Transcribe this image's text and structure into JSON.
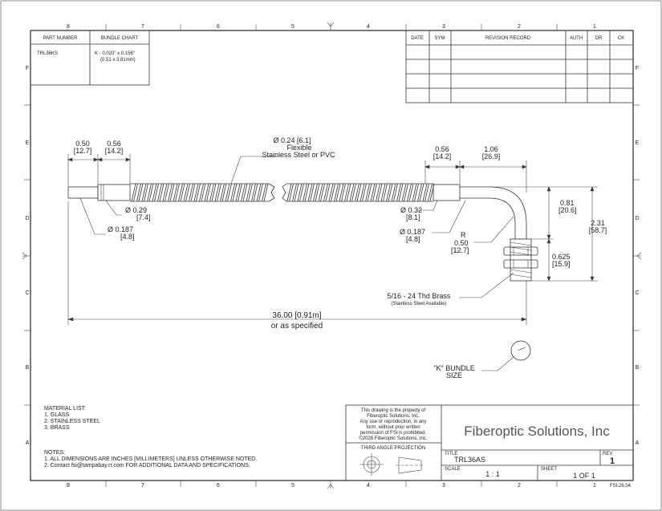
{
  "border": {
    "columns": [
      "8",
      "7",
      "6",
      "5",
      "4",
      "3",
      "2",
      "1"
    ],
    "rows": [
      "F",
      "E",
      "D",
      "C",
      "B",
      "A"
    ]
  },
  "part_table": {
    "header_part": "PART NUMBER",
    "header_bundle": "BUNDLE CHART",
    "part_number": "TRL36KS",
    "bundle_line1": "K - 0.020\" x 0.156\"",
    "bundle_line2": "(0.51 x 3.81mm)"
  },
  "revision_table": {
    "headers": [
      "DATE",
      "SYM",
      "REVISION RECORD",
      "AUTH",
      "DR",
      "CK"
    ]
  },
  "dimensions": {
    "d1_in": "0.50",
    "d1_mm": "[12.7]",
    "d2_in": "0.56",
    "d2_mm": "[14.2]",
    "flex_line1": "Ø 0.24 [6.1]",
    "flex_line2": "Flexible",
    "flex_line3": "Stainless Steel or PVC",
    "d3_in": "0.56",
    "d3_mm": "[14.2]",
    "d4_in": "1.06",
    "d4_mm": "[26.9]",
    "d029_in": "Ø 0.29",
    "d029_mm": "[7.4]",
    "d0187a_in": "Ø 0.187",
    "d0187a_mm": "[4.8]",
    "d032_in": "Ø 0.32",
    "d032_mm": "[8.1]",
    "d0187b_in": "Ø 0.187",
    "d0187b_mm": "[4.8]",
    "r_label": "R",
    "r_in": "0.50",
    "r_mm": "[12.7]",
    "d081_in": "0.81",
    "d081_mm": "[20.6]",
    "d231_in": "2.31",
    "d231_mm": "[58.7]",
    "d0625_in": "0.625",
    "d0625_mm": "[15.9]",
    "thread_line1": "5/16 - 24 Thd Brass",
    "thread_line2": "(Stainless Steel Available)",
    "length_line1": "36.00 [0.91m]",
    "length_line2": "or as specified",
    "bundle_size_line1": "\"K\" BUNDLE",
    "bundle_size_line2": "SIZE"
  },
  "material_list": {
    "title": "MATERIAL LIST:",
    "items": [
      "1.   GLASS",
      "2.   STAINLESS STEEL",
      "3.   BRASS"
    ]
  },
  "notes": {
    "title": "NOTES:",
    "items": [
      "1.   ALL DIMENSIONS ARE INCHES [MILLIMETERS] UNLESS OTHERWISE NOTED.",
      "2.   Contact fsi@tampabay.rr.com FOR ADDITIONAL DATA AND SPECIFICATIONS."
    ]
  },
  "title_block": {
    "property_lines": [
      "This drawing is the property of",
      "Fiberoptic Solutions, Inc.",
      "Any use or reproduction, in any",
      "form, without prior written",
      "permission of FSI is prohibited.",
      "©2026 Fiberoptic Solutions, Inc."
    ],
    "projection": "THIRD ANGLE PROJECTION",
    "company": "Fiberoptic Solutions, Inc",
    "title_label": "TITLE",
    "title_value": "TRL36AS",
    "rev_label": "REV",
    "rev_value": "1",
    "scale_label": "SCALE",
    "scale_value": "1 : 1",
    "sheet_label": "SHEET",
    "sheet_value": "1  OF 1",
    "doc_code": "FSI.26.04"
  }
}
